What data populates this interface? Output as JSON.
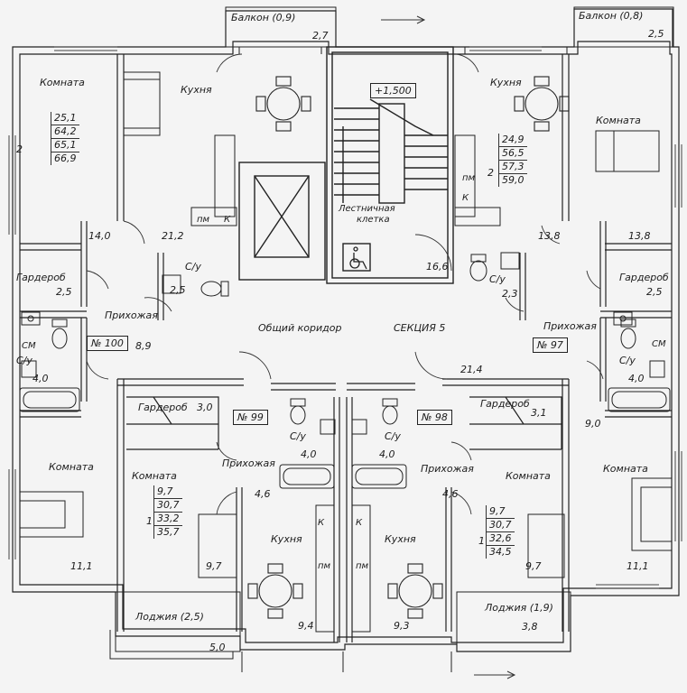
{
  "balconies": [
    {
      "name": "Балкон (0,9)",
      "area": "2,7"
    },
    {
      "name": "Балкон (0,8)",
      "area": "2,5"
    }
  ],
  "loggias": [
    {
      "name": "Лоджия (2,5)",
      "area": "5,0"
    },
    {
      "name": "Лоджия (1,9)",
      "area": "3,8"
    }
  ],
  "stair": {
    "elevation": "+1,500",
    "label1": "Лестничная",
    "label2": "клетка",
    "area": "16,6"
  },
  "corridor": {
    "label": "Общий коридор",
    "section": "СЕКЦИЯ 5"
  },
  "rooms": {
    "room": "Комната",
    "kitchen": "Кухня",
    "wardrobe": "Гардероб",
    "hall": "Прихожая",
    "bath": "С/у"
  },
  "apts": {
    "tl": {
      "rooms": "2",
      "a": "25,1",
      "b": "64,2",
      "c": "65,1",
      "d": "66,9"
    },
    "tr": {
      "rooms": "2",
      "a": "24,9",
      "b": "56,5",
      "c": "57,3",
      "d": "59,0"
    },
    "bl": {
      "rooms": "1",
      "a": "9,7",
      "b": "30,7",
      "c": "33,2",
      "d": "35,7"
    },
    "br": {
      "rooms": "1",
      "a": "9,7",
      "b": "30,7",
      "c": "32,6",
      "d": "34,5"
    }
  },
  "numbers": {
    "n100": "№ 100",
    "n97": "№ 97",
    "n99": "№ 99",
    "n98": "№ 98"
  },
  "areas": {
    "a14_0": "14,0",
    "a21_2": "21,2",
    "a2_5_wc": "2,5",
    "a2_5_wd": "2,5",
    "a4_0_l": "4,0",
    "a8_9": "8,9",
    "a13_8_k": "13,8",
    "a13_8_r": "13,8",
    "a2_3": "2,3",
    "a2_5_wd_r": "2,5",
    "a4_0_r": "4,0",
    "a21_4": "21,4",
    "a3_0": "3,0",
    "a3_1": "3,1",
    "a4_0_m1": "4,0",
    "a4_0_m2": "4,0",
    "a4_6_l": "4,6",
    "a4_6_r": "4,6",
    "a9_0": "9,0",
    "a11_1_l": "11,1",
    "a11_1_r": "11,1",
    "a9_7_l": "9,7",
    "a9_7_r": "9,7",
    "a9_4": "9,4",
    "a9_3": "9,3"
  },
  "appliance": {
    "pm": "пм",
    "k": "К",
    "sm": "СМ"
  }
}
